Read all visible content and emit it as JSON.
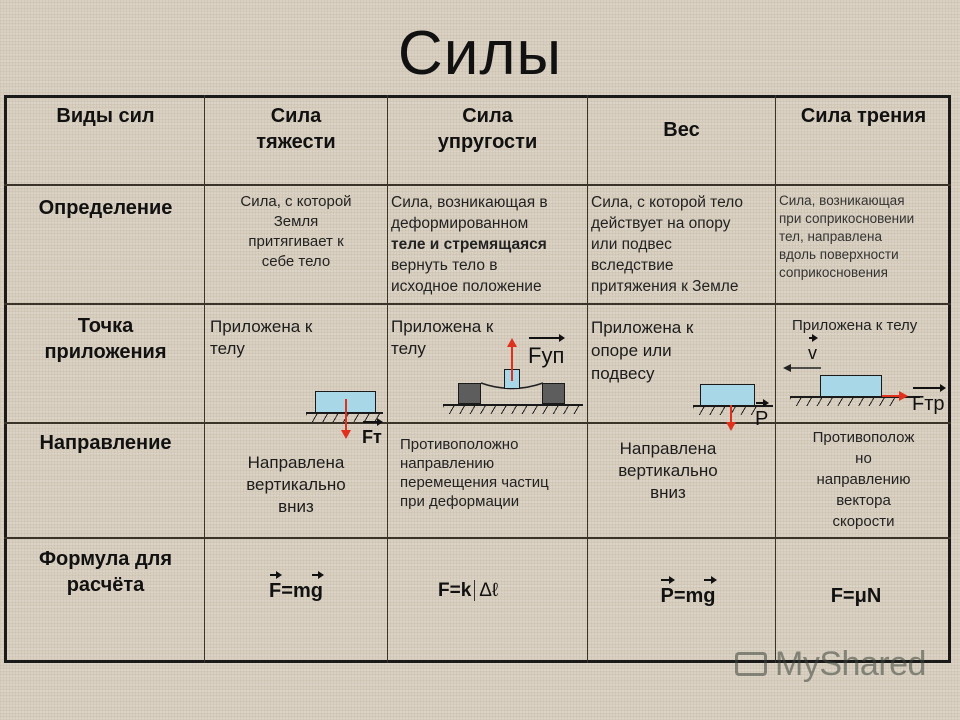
{
  "title": "Силы",
  "table": {
    "headers": [
      "Виды сил",
      "Сила тяжести",
      "Сила упругости",
      "Вес",
      "Сила трения"
    ],
    "header_lines": {
      "col0": [
        "Виды сил"
      ],
      "col1": [
        "Сила",
        "тяжести"
      ],
      "col2": [
        "Сила",
        "упругости"
      ],
      "col3": [
        "Вес"
      ],
      "col4": [
        "Сила трения"
      ]
    },
    "rows": [
      {
        "label": "Определение",
        "cells": [
          [
            "Сила, с которой",
            "Земля",
            "притягивает к",
            "себе тело"
          ],
          [
            "Сила, возникающая в",
            "деформированном",
            "теле и стремящаяся",
            "вернуть тело в",
            "исходное положение"
          ],
          [
            "Сила, с которой тело",
            "действует на опору",
            "или подвес",
            "вследствие",
            "притяжения к Земле"
          ],
          [
            "Сила, возникающая",
            "при соприкосновении",
            "тел, направлена",
            "вдоль поверхности",
            "соприкосновения"
          ]
        ]
      },
      {
        "label_lines": [
          "Точка",
          "приложения"
        ],
        "label": "Точка приложения",
        "cells": [
          [
            "Приложена к",
            "телу"
          ],
          [
            "Приложена к",
            "телу"
          ],
          [
            "Приложена к",
            "опоре или",
            "подвесу"
          ],
          [
            "Приложена к телу"
          ]
        ],
        "diagram_labels": {
          "gravity": "Fт",
          "elastic": "Fуп",
          "weight": "P",
          "friction_v": "v",
          "friction_f": "Fтр"
        }
      },
      {
        "label": "Направление",
        "cells": [
          [
            "Направлена",
            "вертикально",
            "вниз"
          ],
          [
            "Противоположно",
            "направлению",
            "перемещения частиц",
            "при деформации"
          ],
          [
            "Направлена",
            "вертикально",
            "вниз"
          ],
          [
            "Противополож",
            "но",
            "направлению",
            "вектора",
            "скорости"
          ]
        ]
      },
      {
        "label_lines": [
          "Формула для",
          "расчёта"
        ],
        "label": "Формула для расчёта",
        "formulas": [
          {
            "lhs": "F",
            "eq": "=m",
            "rhs": "g"
          },
          {
            "text": "F=k",
            "abs": "Δℓ"
          },
          {
            "lhs": "P",
            "eq": "=m",
            "rhs": "g"
          },
          {
            "text": "F=μN"
          }
        ]
      }
    ]
  },
  "watermark": "MyShared",
  "colors": {
    "background": "#d9d0c1",
    "block_fill": "#a8d8e8",
    "force_arrow": "#e0301e",
    "weight_block": "#5d5d5d",
    "grid_line": "#3a3328"
  }
}
